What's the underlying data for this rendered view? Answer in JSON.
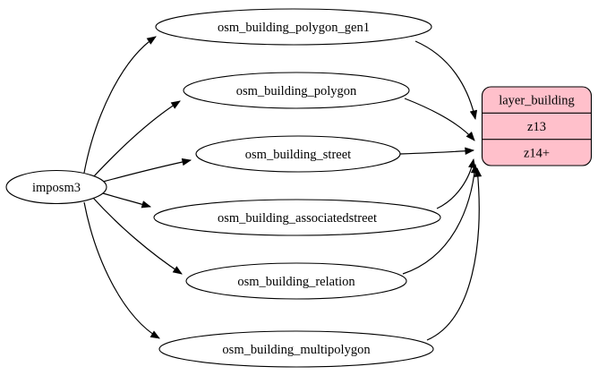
{
  "diagram": {
    "background": "#ffffff",
    "source": {
      "label": "imposm3"
    },
    "tables": [
      {
        "label": "osm_building_polygon_gen1"
      },
      {
        "label": "osm_building_polygon"
      },
      {
        "label": "osm_building_street"
      },
      {
        "label": "osm_building_associatedstreet"
      },
      {
        "label": "osm_building_relation"
      },
      {
        "label": "osm_building_multipolygon"
      }
    ],
    "layer": {
      "title": "layer_building",
      "rows": [
        "z13",
        "z14+"
      ],
      "fill_color": "#ffc0cb",
      "border_color": "#000000"
    },
    "edges": [
      {
        "from": "imposm3",
        "to": "osm_building_polygon_gen1"
      },
      {
        "from": "imposm3",
        "to": "osm_building_polygon"
      },
      {
        "from": "imposm3",
        "to": "osm_building_street"
      },
      {
        "from": "imposm3",
        "to": "osm_building_associatedstreet"
      },
      {
        "from": "imposm3",
        "to": "osm_building_relation"
      },
      {
        "from": "imposm3",
        "to": "osm_building_multipolygon"
      },
      {
        "from": "osm_building_polygon_gen1",
        "to": "layer_building:z13"
      },
      {
        "from": "osm_building_polygon",
        "to": "layer_building:z14+"
      },
      {
        "from": "osm_building_street",
        "to": "layer_building:z14+"
      },
      {
        "from": "osm_building_associatedstreet",
        "to": "layer_building:z14+"
      },
      {
        "from": "osm_building_relation",
        "to": "layer_building:z14+"
      },
      {
        "from": "osm_building_multipolygon",
        "to": "layer_building:z14+"
      }
    ]
  }
}
